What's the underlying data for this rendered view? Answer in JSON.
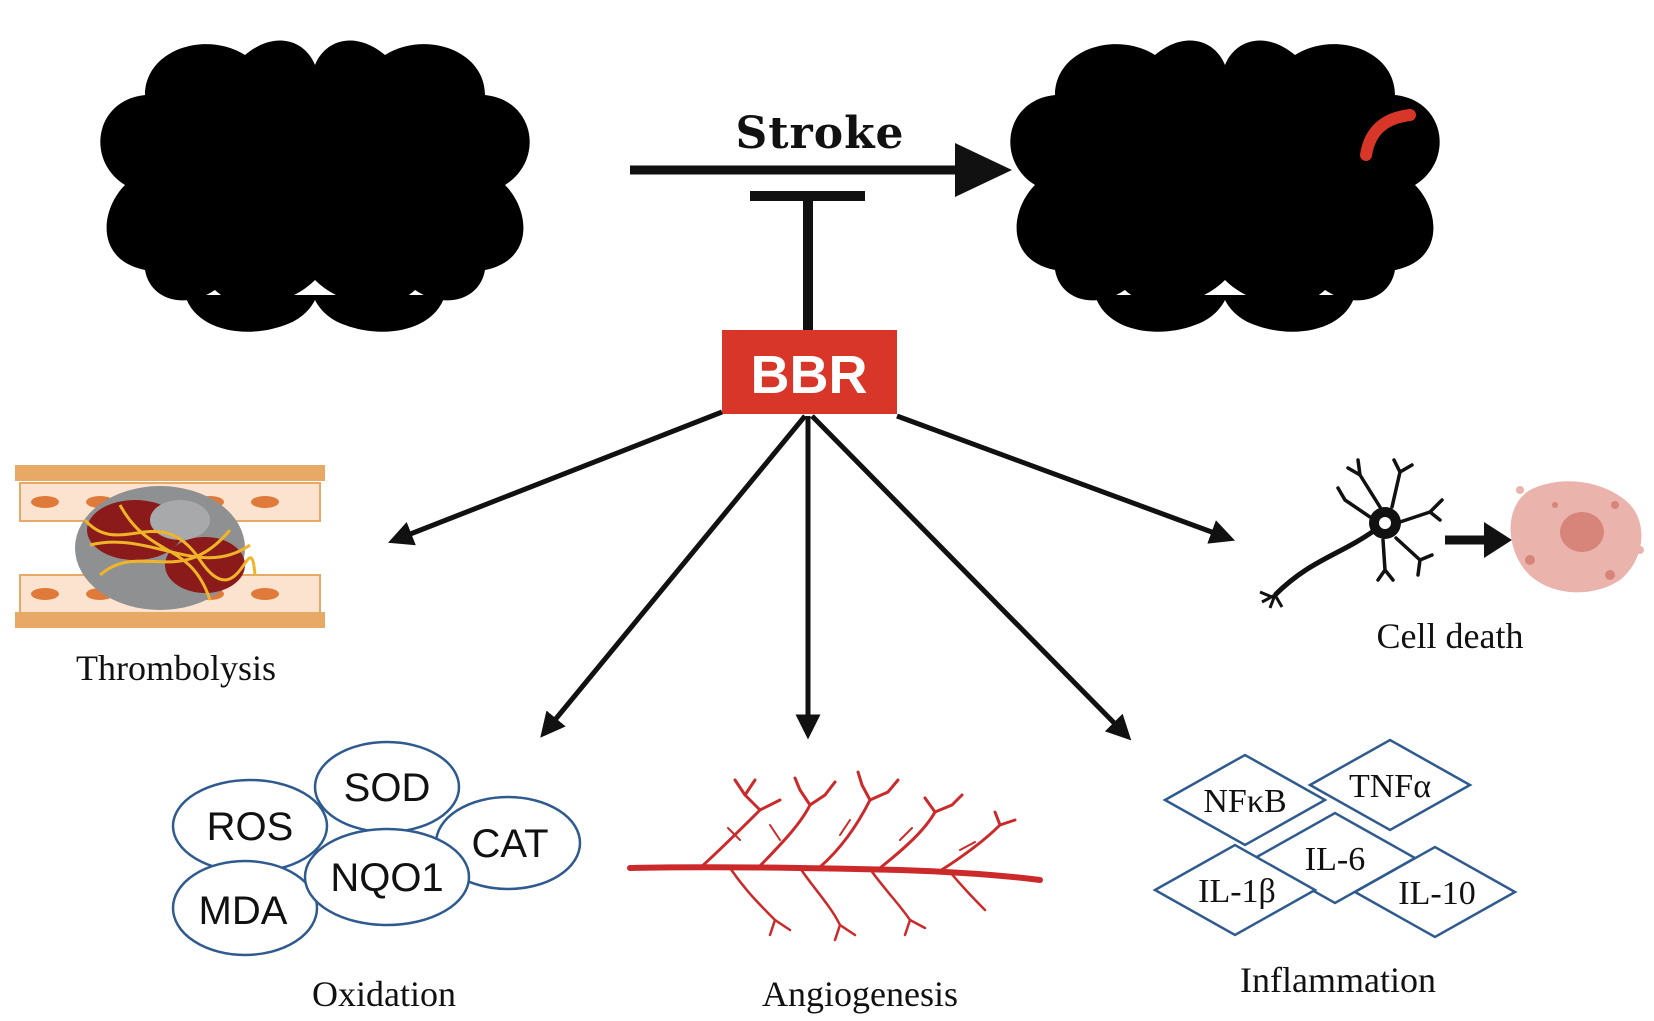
{
  "title": "Stroke",
  "center_label": "BBR",
  "colors": {
    "bbr_box": "#d9362a",
    "lesion": "#d9362a",
    "oval_stroke": "#2f5a8f",
    "vessel": "#cc2a2a"
  },
  "outcomes": {
    "thrombolysis": "Thrombolysis",
    "cell_death": "Cell death",
    "oxidation": "Oxidation",
    "angiogenesis": "Angiogenesis",
    "inflammation": "Inflammation"
  },
  "oxidation_markers": [
    "ROS",
    "SOD",
    "CAT",
    "NQO1",
    "MDA"
  ],
  "inflammation_markers": [
    "NFκB",
    "TNFα",
    "IL-6",
    "IL-1β",
    "IL-10"
  ]
}
